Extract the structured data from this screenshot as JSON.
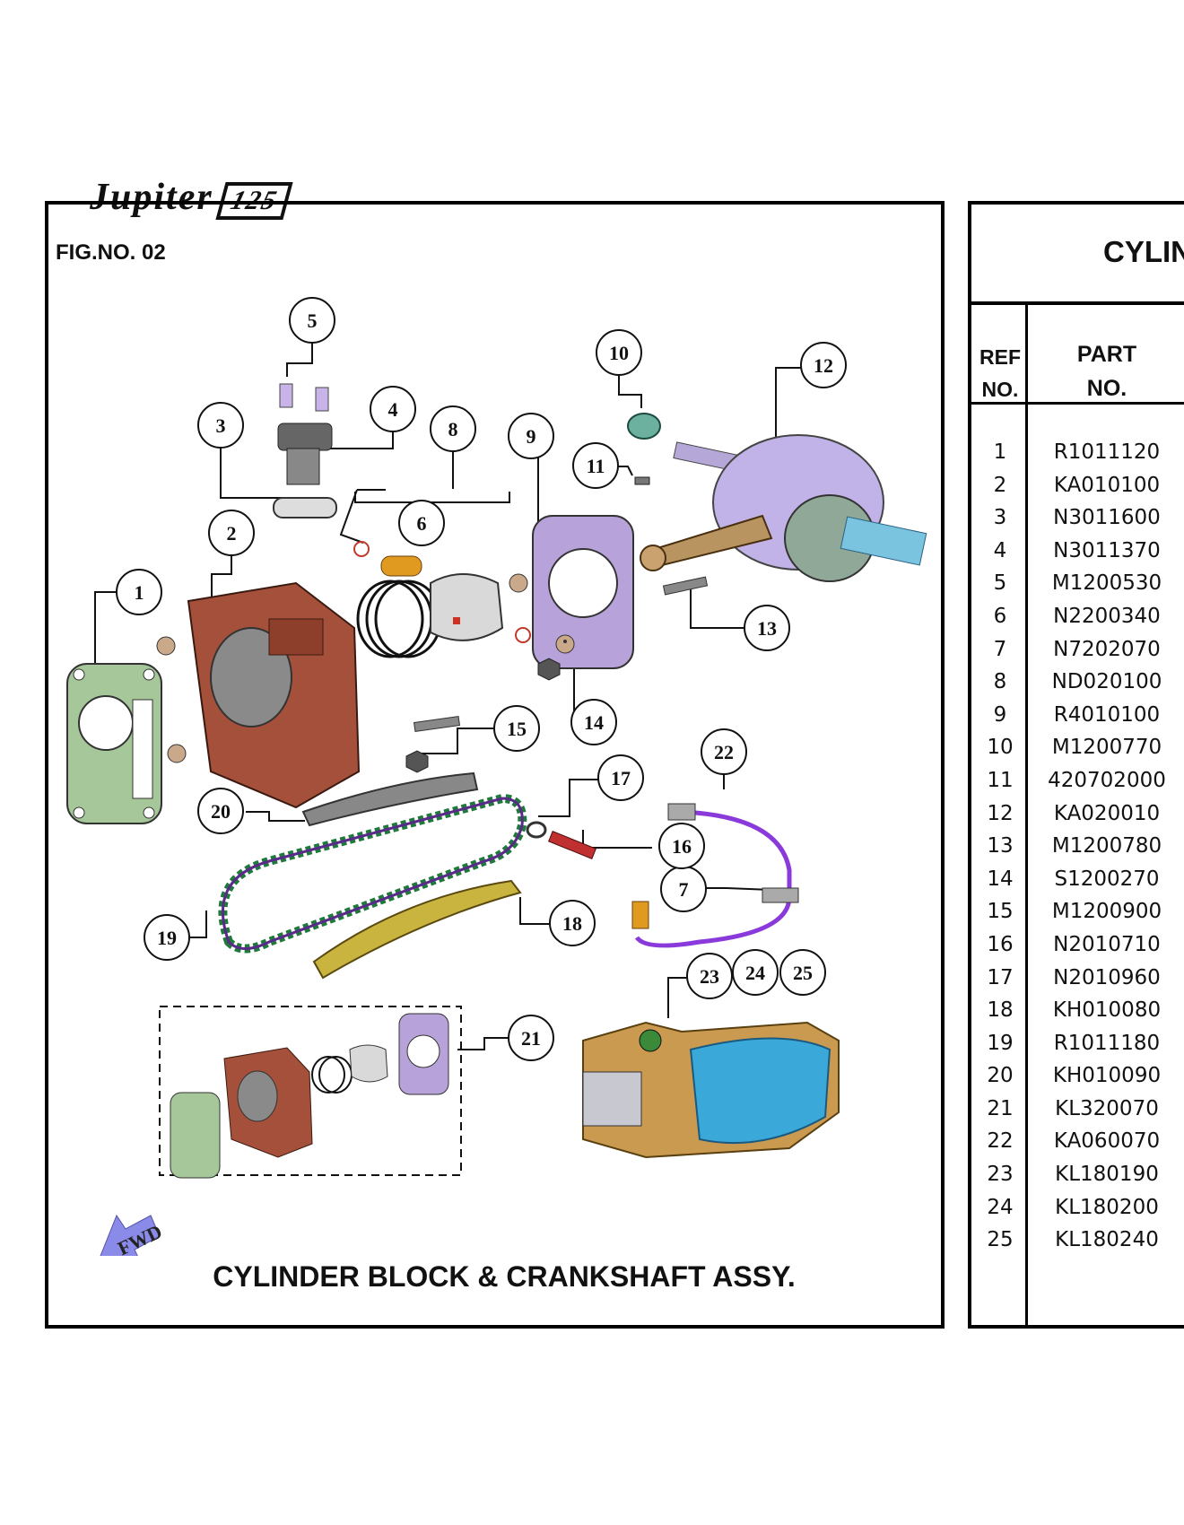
{
  "header": {
    "logo_text": "Jupiter",
    "logo_model": "125"
  },
  "figure": {
    "fig_no": "FIG.NO. 02",
    "caption": "CYLINDER BLOCK & CRANKSHAFT ASSY.",
    "fwd_label": "FWD",
    "callouts": [
      "1",
      "2",
      "3",
      "4",
      "5",
      "6",
      "7",
      "8",
      "9",
      "10",
      "11",
      "12",
      "13",
      "14",
      "15",
      "16",
      "17",
      "18",
      "19",
      "20",
      "21",
      "22",
      "23",
      "24",
      "25"
    ]
  },
  "parts_table": {
    "title": "CYLIN",
    "col_ref": [
      "REF",
      "NO."
    ],
    "col_part": [
      "PART",
      "NO."
    ],
    "rows": [
      {
        "ref": "1",
        "part": "R1011120"
      },
      {
        "ref": "2",
        "part": "KA010100"
      },
      {
        "ref": "3",
        "part": "N3011600"
      },
      {
        "ref": "4",
        "part": "N3011370"
      },
      {
        "ref": "5",
        "part": "M1200530"
      },
      {
        "ref": "6",
        "part": "N2200340"
      },
      {
        "ref": "7",
        "part": "N7202070"
      },
      {
        "ref": "8",
        "part": "ND020100"
      },
      {
        "ref": "9",
        "part": "R4010100"
      },
      {
        "ref": "10",
        "part": "M1200770"
      },
      {
        "ref": "11",
        "part": "420702000"
      },
      {
        "ref": "12",
        "part": "KA020010"
      },
      {
        "ref": "13",
        "part": "M1200780"
      },
      {
        "ref": "14",
        "part": "S1200270"
      },
      {
        "ref": "15",
        "part": "M1200900"
      },
      {
        "ref": "16",
        "part": "N2010710"
      },
      {
        "ref": "17",
        "part": "N2010960"
      },
      {
        "ref": "18",
        "part": "KH010080"
      },
      {
        "ref": "19",
        "part": "R1011180"
      },
      {
        "ref": "20",
        "part": "KH010090"
      },
      {
        "ref": "21",
        "part": "KL320070"
      },
      {
        "ref": "22",
        "part": "KA060070"
      },
      {
        "ref": "23",
        "part": "KL180190"
      },
      {
        "ref": "24",
        "part": "KL180200"
      },
      {
        "ref": "25",
        "part": "KL180240"
      }
    ]
  }
}
